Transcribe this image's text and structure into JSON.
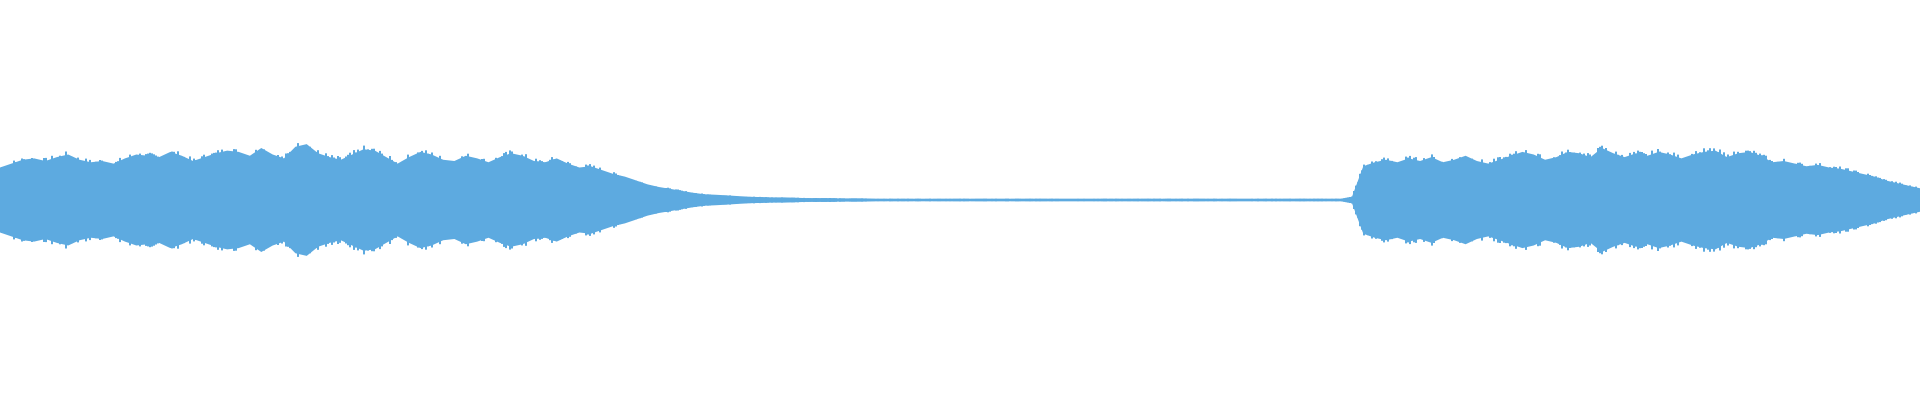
{
  "waveform": {
    "color": "#5DAAE0",
    "background": "#FFFFFF",
    "envelope": [
      0.5,
      0.56,
      0.62,
      0.64,
      0.6,
      0.66,
      0.7,
      0.62,
      0.58,
      0.6,
      0.56,
      0.64,
      0.7,
      0.68,
      0.66,
      0.74,
      0.68,
      0.6,
      0.66,
      0.72,
      0.76,
      0.74,
      0.68,
      0.8,
      0.7,
      0.64,
      0.82,
      0.86,
      0.72,
      0.66,
      0.62,
      0.7,
      0.78,
      0.76,
      0.66,
      0.56,
      0.66,
      0.74,
      0.7,
      0.62,
      0.6,
      0.68,
      0.64,
      0.58,
      0.66,
      0.72,
      0.68,
      0.6,
      0.58,
      0.64,
      0.56,
      0.5,
      0.52,
      0.46,
      0.4,
      0.36,
      0.3,
      0.24,
      0.2,
      0.17,
      0.14,
      0.11,
      0.09,
      0.08,
      0.07,
      0.06,
      0.05,
      0.045,
      0.04,
      0.04,
      0.035,
      0.03,
      0.03,
      0.03,
      0.025,
      0.025,
      0.025,
      0.02,
      0.02,
      0.02,
      0.02,
      0.02,
      0.02,
      0.02,
      0.02,
      0.02,
      0.02,
      0.02,
      0.02,
      0.02,
      0.02,
      0.02,
      0.02,
      0.02,
      0.02,
      0.02,
      0.02,
      0.02,
      0.02,
      0.02,
      0.02,
      0.02,
      0.02,
      0.02,
      0.02,
      0.02,
      0.02,
      0.02,
      0.02,
      0.02,
      0.02,
      0.02,
      0.02,
      0.02,
      0.02,
      0.02,
      0.02,
      0.02,
      0.02,
      0.05,
      0.52,
      0.58,
      0.62,
      0.58,
      0.64,
      0.6,
      0.66,
      0.58,
      0.62,
      0.68,
      0.6,
      0.56,
      0.62,
      0.68,
      0.74,
      0.7,
      0.62,
      0.66,
      0.74,
      0.72,
      0.66,
      0.8,
      0.72,
      0.66,
      0.72,
      0.68,
      0.74,
      0.7,
      0.64,
      0.7,
      0.74,
      0.76,
      0.66,
      0.72,
      0.74,
      0.68,
      0.58,
      0.6,
      0.56,
      0.52,
      0.54,
      0.5,
      0.48,
      0.44,
      0.4,
      0.36,
      0.3,
      0.26,
      0.22,
      0.18
    ]
  }
}
